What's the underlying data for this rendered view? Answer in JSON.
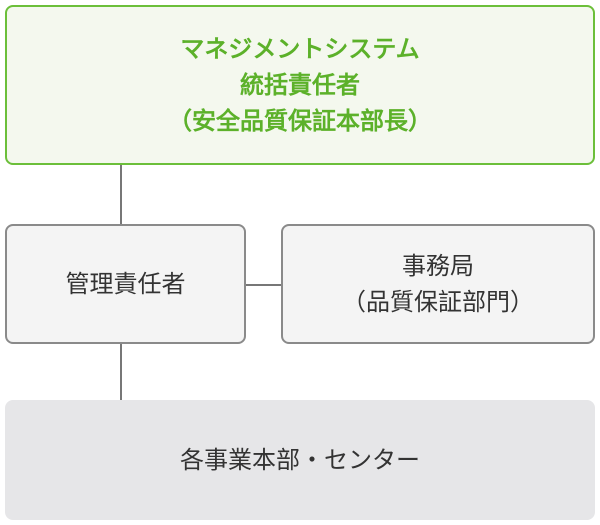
{
  "top_box": {
    "line1": "マネジメントシステム",
    "line2": "統括責任者",
    "line3": "（安全品質保証本部長）"
  },
  "manager_box": {
    "label": "管理責任者"
  },
  "office_box": {
    "line1": "事務局",
    "line2": "（品質保証部門）"
  },
  "bottom_box": {
    "label": "各事業本部・センター"
  },
  "colors": {
    "accent_green": "#5cb12a",
    "top_fill": "#f4f8ee",
    "box_fill": "#f4f4f4",
    "bottom_fill": "#e6e6e8",
    "text": "#333333",
    "connector": "#777777"
  }
}
